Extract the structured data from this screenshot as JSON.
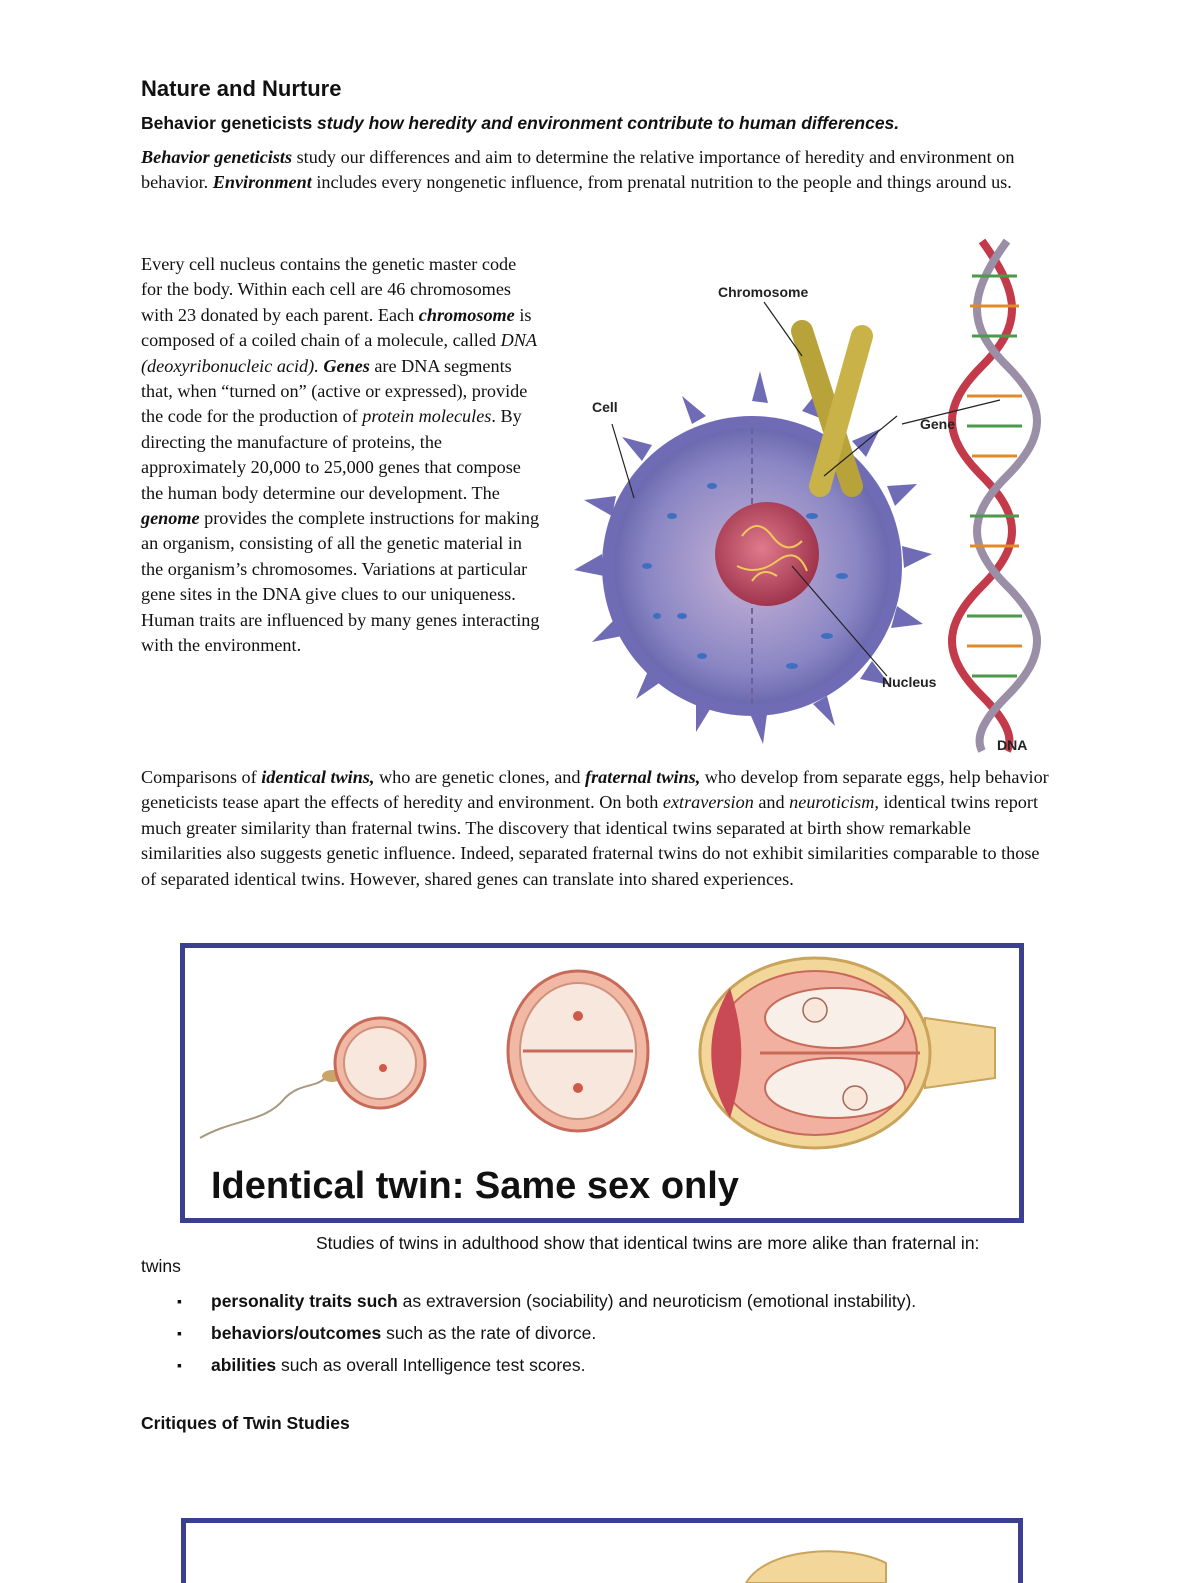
{
  "title": "Nature and Nurture",
  "subtitle": {
    "lead": "Behavior geneticists",
    "rest": " study how heredity and environment contribute to human differences."
  },
  "p1": {
    "t1": "Behavior geneticists",
    "t2": " study our differences and aim to determine the relative importance of heredity and environment on behavior. ",
    "t3": "Environment",
    "t4": " includes every nongenetic influence, from prenatal nutrition to the people and things around us."
  },
  "p2": {
    "t1": "Every cell nucleus contains the genetic master code for the body. Within each cell are 46 chromosomes with 23 donated by each parent. Each ",
    "t2": "chromosome",
    "t3": " is composed of a coiled chain of a molecule, called ",
    "t4": "DNA",
    "t5": " (deoxyribonucleic acid).",
    "t6": " ",
    "t7": "Genes",
    "t8": " are DNA segments that, when “turned on” (active or expressed), provide the code for the production of ",
    "t9": "protein molecules",
    "t10": ". By directing the manufacture of proteins, the approximately 20,000 to 25,000 genes that compose the human body determine our development. The ",
    "t11": "genome",
    "t12": " provides the complete instructions for making an organism, consisting of all the genetic material in the organism’s chromosomes. Variations at particular gene sites in the DNA give clues to our uniqueness. Human traits are influenced by many genes interacting with the environment."
  },
  "figure": {
    "chromosome": "Chromosome",
    "cell": "Cell",
    "gene": "Gene",
    "nucleus": "Nucleus",
    "dna": "DNA"
  },
  "p3": {
    "t1": "Comparisons of ",
    "t2": "identical twins,",
    "t3": " who are genetic clones, and ",
    "t4": "fraternal twins,",
    "t5": " who develop from separate eggs, help behavior geneticists tease apart the effects of heredity and environment. On both ",
    "t6": "extraversion",
    "t7": " and ",
    "t8": "neuroticism,",
    "t9": " identical twins report much greater similarity than fraternal twins. The discovery that identical twins separated at birth show remarkable similarities also suggests genetic influence. Indeed, separated fraternal twins do not exhibit similarities comparable to those of separated identical twins. However, shared genes can translate into shared experiences."
  },
  "twin_caption": "Identical twin: Same sex only",
  "twins_word": "twins",
  "p4": "Studies of twins in adulthood show that identical twins are more alike than fraternal in:",
  "bullets": [
    {
      "bold": "personality traits such",
      "rest": " as extraversion (sociability) and neuroticism (emotional instability)."
    },
    {
      "bold": "behaviors/outcomes",
      "rest": " such as the rate of divorce."
    },
    {
      "bold": "abilities",
      "rest": " such as overall Intelligence test scores."
    }
  ],
  "critiques_heading": "Critiques of Twin Studies",
  "colors": {
    "box_border": "#3a3f8f",
    "cell_purple": "#7f7dbf",
    "nucleus": "#b8435a",
    "chromosome": "#b8a23a"
  }
}
